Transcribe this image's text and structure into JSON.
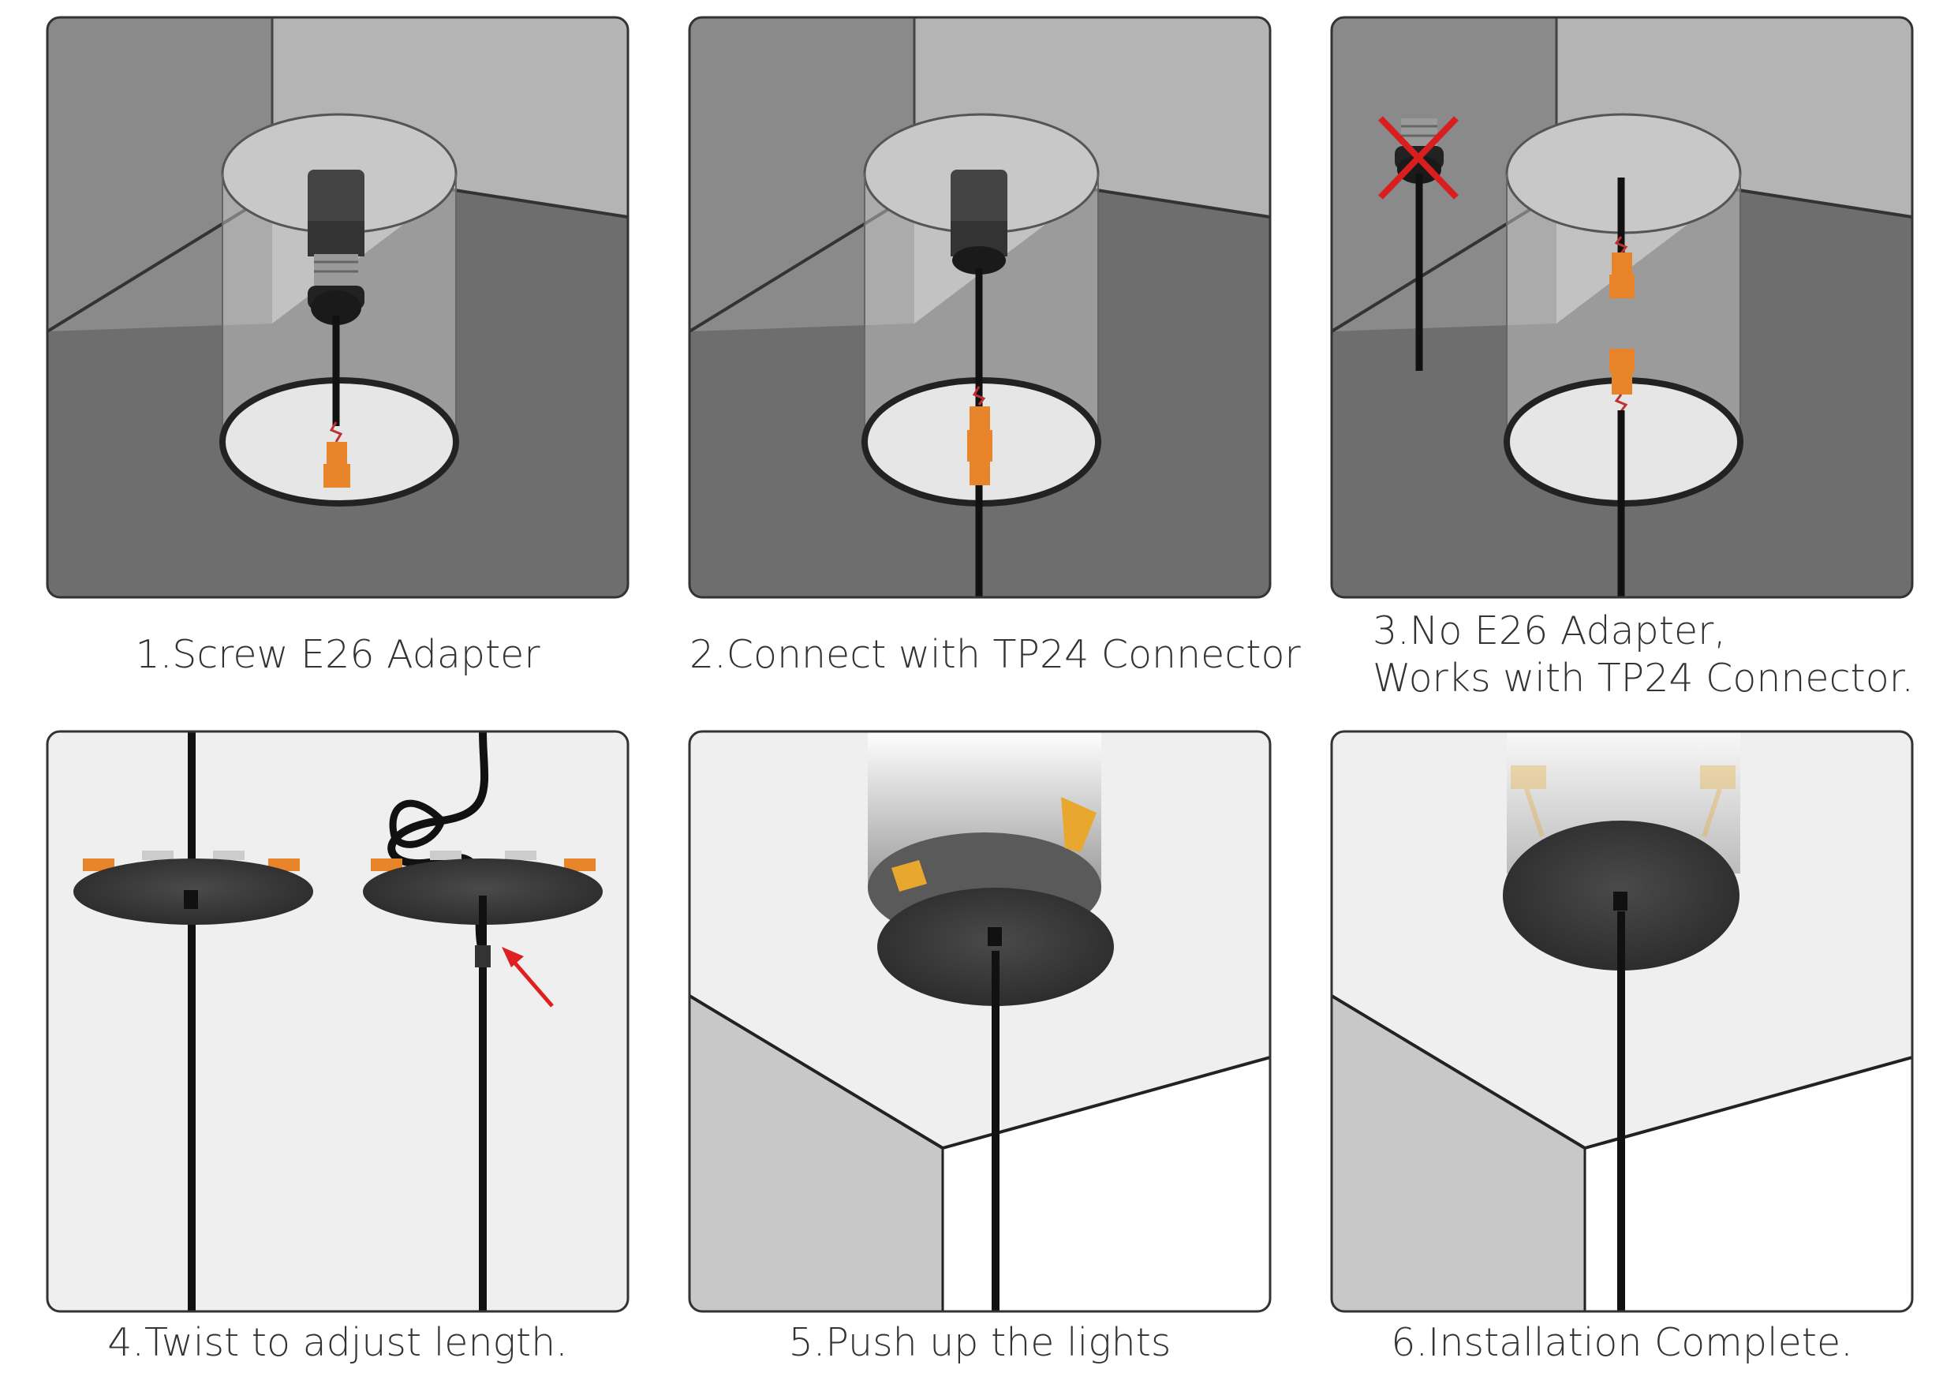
{
  "steps": [
    {
      "caption": "1.Screw E26 Adapter"
    },
    {
      "caption": "2.Connect with TP24 Connector"
    },
    {
      "caption_line1": "3.No E26 Adapter,",
      "caption_line2": "Works with TP24 Connector."
    },
    {
      "caption": "4.Twist to adjust length."
    },
    {
      "caption": "5.Push up the lights"
    },
    {
      "caption": "6.Installation Complete."
    }
  ],
  "icons": [
    "e26-adapter-icon",
    "tp24-connector-icon",
    "x-mark-icon",
    "red-arrow-icon",
    "canopy-icon",
    "spring-clip-icon"
  ],
  "colors": {
    "dark_wall": "#6e6e6e",
    "light_wall": "#b4b4b4",
    "ceiling": "#efefef",
    "canopy": "#2f2f2f",
    "connector_orange": "#e8842a",
    "x_mark_red": "#d81e1e",
    "arrow_red": "#e02020"
  }
}
